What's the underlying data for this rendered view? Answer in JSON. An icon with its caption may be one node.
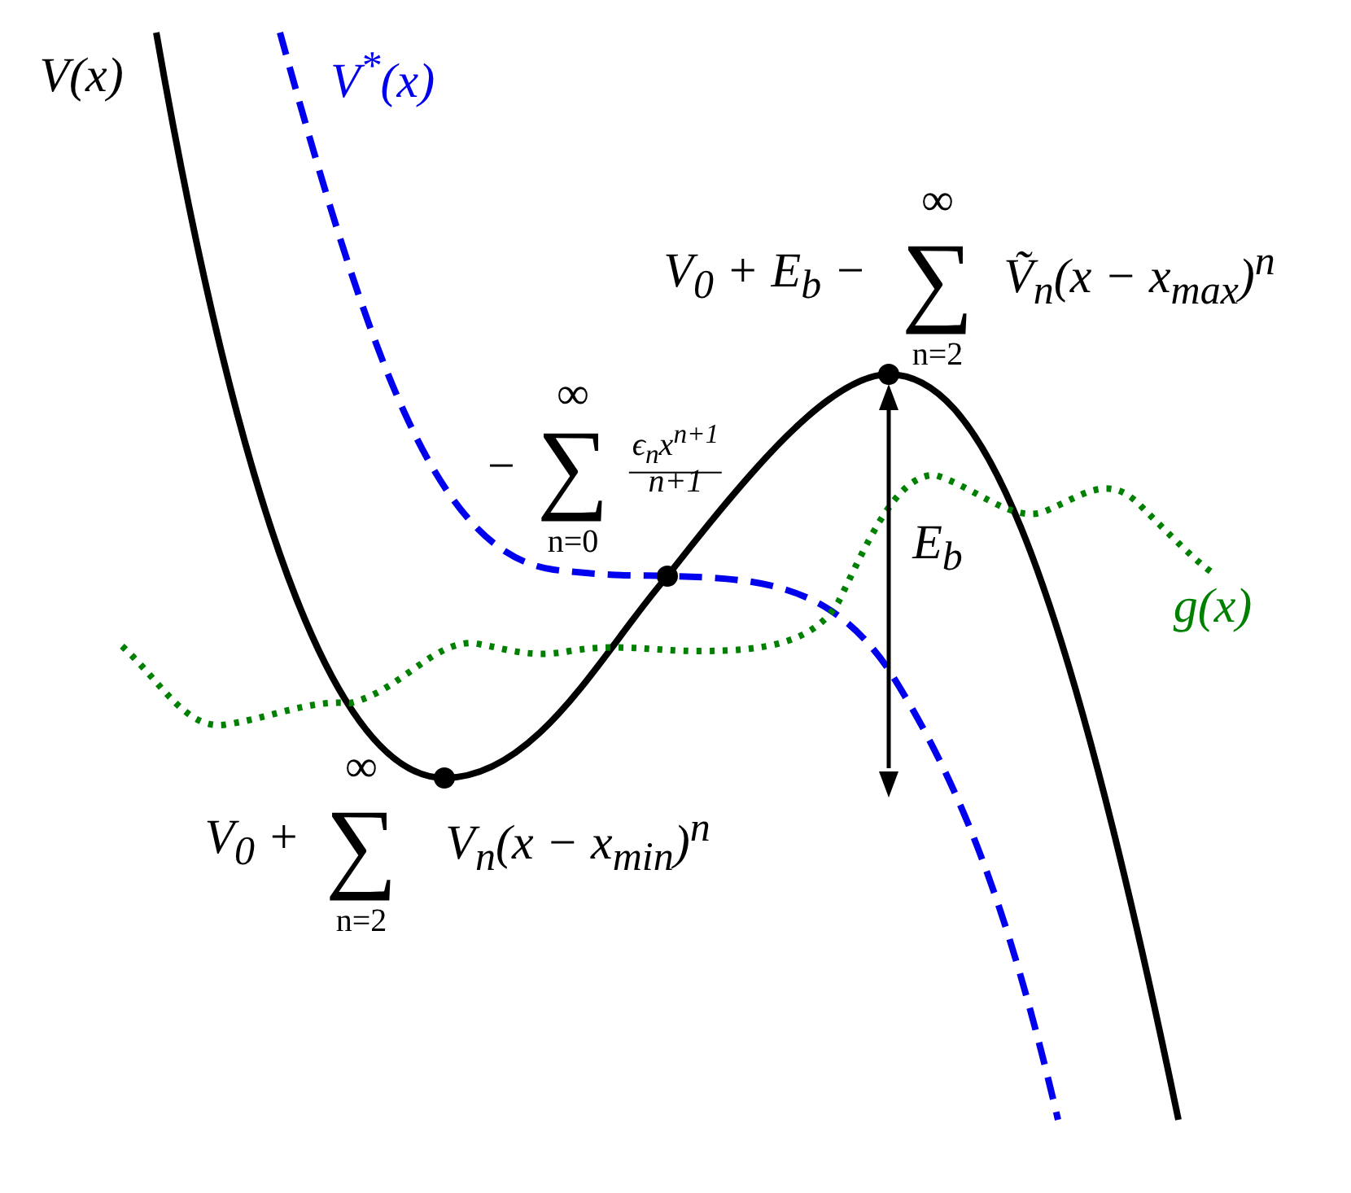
{
  "diagram": {
    "nodes": [
      {
        "text": [],
        "shape": "circle",
        "beside": [
          "V$_{0}$ + E$_{b}$ −",
          "∑",
          "∞",
          "n=2",
          "Ṽ$_{n}$(x − x$_{max}$)$^{n}$"
        ]
      },
      {
        "text": [],
        "shape": "circle",
        "beside": [
          "−",
          "∑",
          "∞",
          "n=0",
          "ϵ$_{n}$x$^{n+1}$",
          "n+1"
        ]
      },
      {
        "text": [],
        "shape": "circle",
        "beside": [
          "V$_{0}$ +",
          "∑",
          "∞",
          "n=2",
          "V$_{n}$(x − x$_{min}$)$^{n}$"
        ]
      }
    ],
    "edges": [],
    "labels": [
      "V(x)",
      "V$^{*}$(x)",
      "E$_{b}$",
      "g(x)"
    ]
  }
}
